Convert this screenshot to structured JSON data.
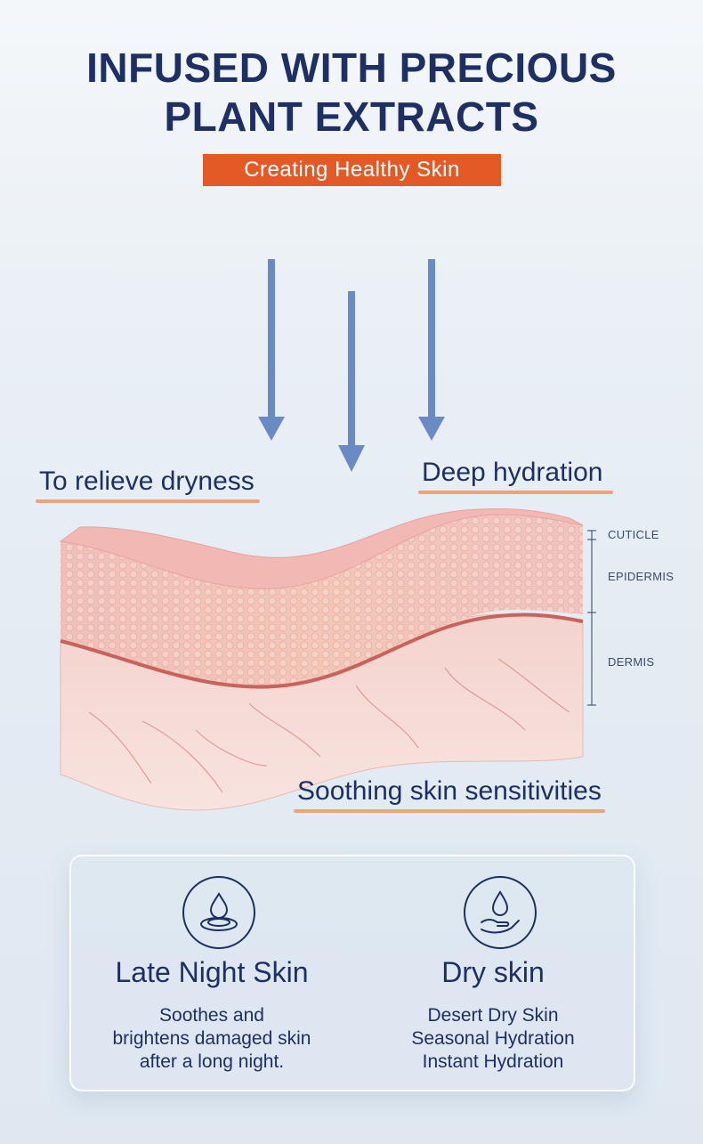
{
  "header": {
    "title_line1": "INFUSED WITH PRECIOUS",
    "title_line2": "PLANT EXTRACTS",
    "subtitle": "Creating Healthy Skin"
  },
  "callouts": {
    "left": "To relieve dryness",
    "right": "Deep hydration",
    "bottom": "Soothing skin sensitivities"
  },
  "layers": {
    "cuticle": "CUTICLE",
    "epidermis": "EPIDERMIS",
    "dermis": "DERMIS"
  },
  "cards": [
    {
      "icon": "water-drop-ripple-icon",
      "title": "Late Night Skin",
      "lines": [
        "Soothes and",
        "brightens damaged skin",
        "after a long night."
      ]
    },
    {
      "icon": "water-drop-hand-icon",
      "title": "Dry skin",
      "lines": [
        "Desert Dry Skin",
        "Seasonal Hydration",
        "Instant Hydration"
      ]
    }
  ],
  "colors": {
    "navy": "#1d2f63",
    "accent": "#e35a26",
    "underline": "#f0a27e",
    "arrow": "#6a8ac4",
    "skin": "#f2c9c4"
  }
}
